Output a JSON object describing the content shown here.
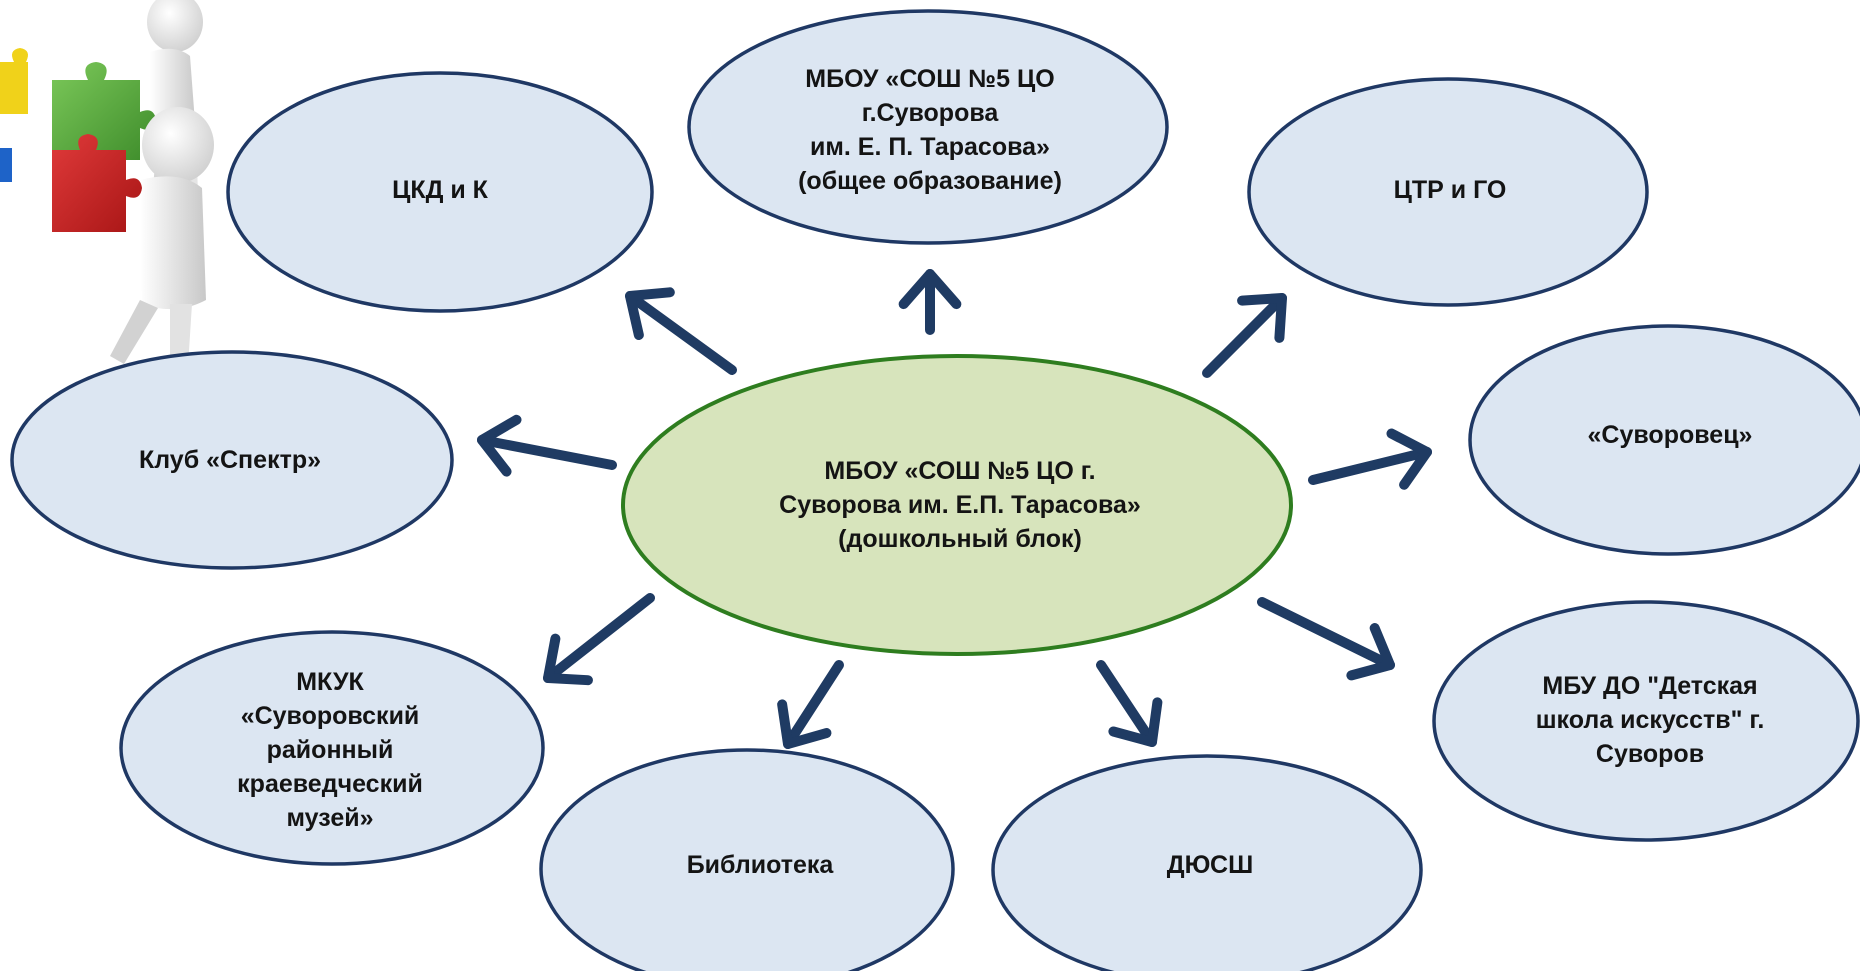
{
  "diagram": {
    "center": {
      "id": "center",
      "label": "МБОУ «СОШ №5 ЦО г.\nСуворова им. Е.П. Тарасова»\n(дошкольный блок)"
    },
    "partners": [
      {
        "id": "ckd",
        "label": "ЦКД и К"
      },
      {
        "id": "school",
        "label": "МБОУ «СОШ №5 ЦО\nг.Суворова\nим. Е. П. Тарасова»\n(общее образование)"
      },
      {
        "id": "ctr",
        "label": "ЦТР и ГО"
      },
      {
        "id": "spektr",
        "label": "Клуб «Спектр»"
      },
      {
        "id": "suvorovets",
        "label": "«Суворовец»"
      },
      {
        "id": "museum",
        "label": "МКУК\n«Суворовский\nрайонный\nкраеведческий\nмузей»"
      },
      {
        "id": "library",
        "label": "Библиотека"
      },
      {
        "id": "dyussh",
        "label": "ДЮСШ"
      },
      {
        "id": "art-school",
        "label": "МБУ ДО \"Детская\nшкола искусств\" г.\nСуворов"
      }
    ]
  },
  "colors": {
    "partner_fill": "#dce6f2",
    "partner_stroke": "#1f3864",
    "center_fill": "#d7e4bc",
    "center_stroke": "#2e7d1f",
    "arrow": "#1f3b63"
  },
  "illustration": {
    "icon": "puzzle-people-icon"
  }
}
